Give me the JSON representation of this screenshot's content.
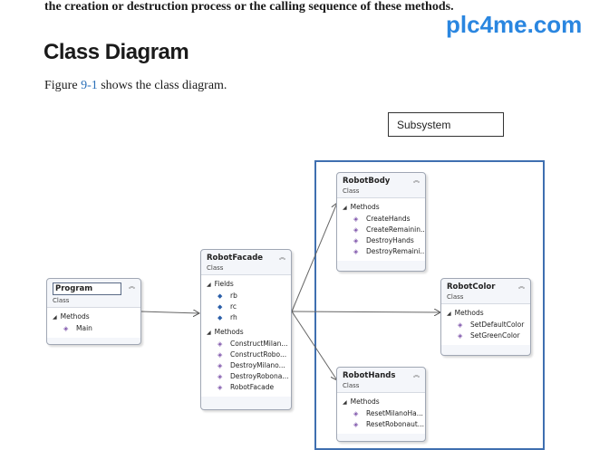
{
  "intro_text": "the creation or destruction process or the calling sequence of these methods.",
  "watermark": "plc4me.com",
  "heading": "Class Diagram",
  "caption": {
    "before": "Figure ",
    "ref": "9-1",
    "after": " shows the class diagram."
  },
  "subsystem_label": "Subsystem",
  "colors": {
    "watermark": "#2a86e0",
    "link": "#2a6fb8",
    "frame": "#3f6fb0"
  },
  "icons": {
    "collapse": "double-chevron-up-icon",
    "section": "triangle-expanded-icon",
    "method": "method-icon",
    "field": "field-icon"
  },
  "diagram": {
    "program": {
      "name": "Program",
      "stereotype": "Class",
      "methods_label": "Methods",
      "methods": [
        "Main"
      ]
    },
    "robot_facade": {
      "name": "RobotFacade",
      "stereotype": "Class",
      "fields_label": "Fields",
      "fields": [
        "rb",
        "rc",
        "rh"
      ],
      "methods_label": "Methods",
      "methods": [
        "ConstructMilan...",
        "ConstructRobo...",
        "DestroyMilano...",
        "DestroyRobona...",
        "RobotFacade"
      ]
    },
    "robot_body": {
      "name": "RobotBody",
      "stereotype": "Class",
      "methods_label": "Methods",
      "methods": [
        "CreateHands",
        "CreateRemainin...",
        "DestroyHands",
        "DestroyRemaini..."
      ]
    },
    "robot_color": {
      "name": "RobotColor",
      "stereotype": "Class",
      "methods_label": "Methods",
      "methods": [
        "SetDefaultColor",
        "SetGreenColor"
      ]
    },
    "robot_hands": {
      "name": "RobotHands",
      "stereotype": "Class",
      "methods_label": "Methods",
      "methods": [
        "ResetMilanoHa...",
        "ResetRobonaut..."
      ]
    }
  }
}
